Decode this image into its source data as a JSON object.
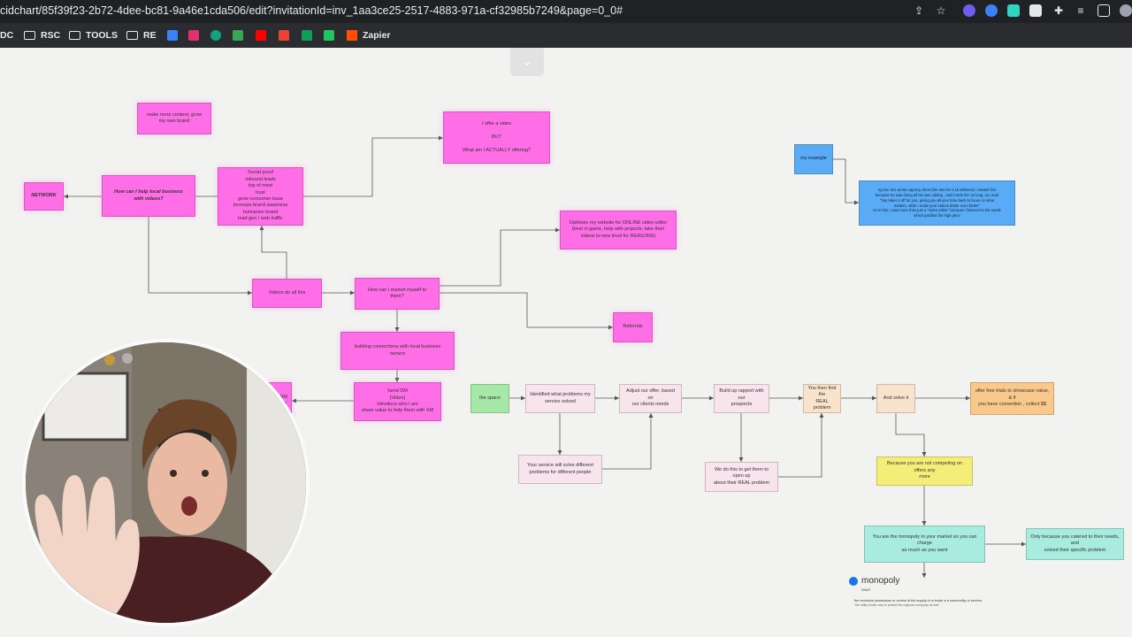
{
  "browser": {
    "url": "cidchart/85f39f23-2b72-4dee-bc81-9a46e1cda506/edit?invitationId=inv_1aa3ce25-2517-4883-971a-cf32985b7249&page=0_0#",
    "bookmarks": [
      "DC",
      "RSC",
      "TOOLS",
      "RE",
      "Zapier"
    ]
  },
  "diagram": {
    "nodes": {
      "network": "NETWORK",
      "more_content": "make more content, grow\nmy own brand",
      "how_help": "How can I help local business\nwith videos?",
      "social_proof": "Social proof\ninbound leads\ntop of mind\ntrust\ngrow consumer base\nincrease brand awarness\nhumanize brand\nlead gen / web traffic",
      "offer_video": "I offer a video\n\nBUT\n\nWhat am I ACTUALLY offering?",
      "videos_do": "Videos do all this",
      "how_market": "How can I market myself to\nthem?",
      "optimize": "Optimize my website for ONLINE video editor\n(best in game, help with projects, take their\nvideos to new level for REASONS)",
      "referrals": "Referrals",
      "building": "building connections with local business\nowners",
      "send_dm": "Send DM\n(Video)\nintroduce who i am\nshare value to help them with SM",
      "cut_left": "SM\nng",
      "my_example": "my example",
      "example_text": "my fav. doc ammo agency client (the rate for 2.1k athletes) i created him\nbecause he was doing all his own editing , and it took him so long, so i said\n\"hey takes it off for you, giving you all your time back to focus on what\nmatters, while i make your videos better even better\"\nso to him, i was more then just a \"video editor\" because i listened to his needs\nwhich justified the high price",
      "the_space": "the space",
      "identified": "Identified what problems my\nservice solved",
      "your_service": "Your service will solve different\nproblems for different people",
      "adjust": "Adjust our offer, based on\nour clients needs",
      "build_rapport": "Build up rapport with our\nprospects",
      "we_do_this": "We do this to get them to open up\nabout their REAL problem",
      "you_find": "You then find the\nREAL problem",
      "and_solve": "And solve it",
      "offer_free": "offer free trials to showcase value, & if\nyou have convertion , collect $$",
      "because": "Because you are not competing on offers any\nmore",
      "monopoly": "You are the monopoly in your market so you can charge\nas much as you want",
      "only_because": "Only because you catered to their needs, and\nsolved their specific problem"
    },
    "definition": {
      "word": "monopoly",
      "pos": "noun",
      "meaning": "the exclusive possession or control of the supply of or trade in a commodity or service.",
      "example": "\"the utility holder was to protect the regional monopoly as fuel\""
    }
  }
}
